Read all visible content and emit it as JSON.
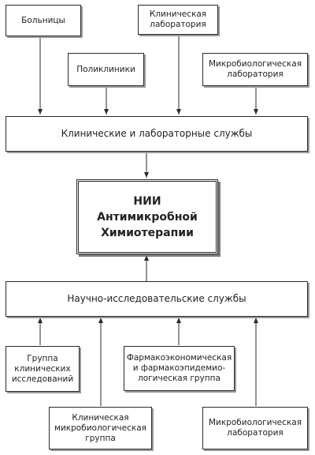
{
  "top": {
    "hospitals": "Больницы",
    "clinical_lab": "Клиническая\nлаборатория",
    "polyclinics": "Поликлиники",
    "microbio_lab": "Микробиологическая\nлаборатория"
  },
  "clinical_services": "Клинические и лабораторные службы",
  "center": "НИИ\nАнтимикробной\nХимиотерапии",
  "research_services": "Научно-исследовательские службы",
  "bottom": {
    "clinical_trials_group": "Группа\nклинических\nисследований",
    "pharmaco_group": "Фармакоэкономическая\nи фармакоэпидемио-\nлогическая группа",
    "clinical_microbio_group": "Клиническая\nмикробиологическая\nгруппа",
    "microbio_lab_2": "Микробиологическая\nлаборатория"
  }
}
